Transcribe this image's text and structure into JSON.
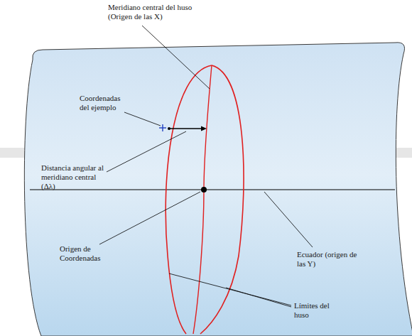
{
  "diagram": {
    "labels": [
      "Meridiano central del huso (Origen de las X)",
      "Coordenadas del ejemplo",
      "Distancia angular al meridiano central (Δλ)",
      "Origen de Coordenadas",
      "Ecuador (origen de las Y)",
      "Límites del huso"
    ]
  }
}
